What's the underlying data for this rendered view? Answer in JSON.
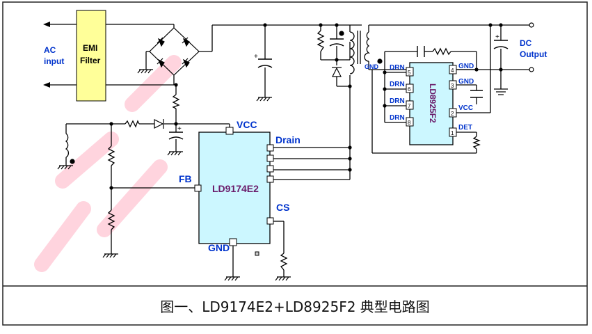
{
  "labels": {
    "ac_input_line1": "AC",
    "ac_input_line2": "input",
    "emi_line1": "EMI",
    "emi_line2": "Filter",
    "dc_output_line1": "DC",
    "dc_output_line2": "Output",
    "vcc": "VCC",
    "drain": "Drain",
    "fb": "FB",
    "cs": "CS",
    "gnd_main": "GND",
    "gnd_tx": "GND"
  },
  "ic_main": {
    "name": "LD9174E2"
  },
  "ic_sr": {
    "name": "LD8925F2",
    "left_pins": [
      {
        "label": "DRN",
        "num": "5"
      },
      {
        "label": "DRN",
        "num": "6"
      },
      {
        "label": "DRN",
        "num": "7"
      },
      {
        "label": "DRN",
        "num": "8"
      }
    ],
    "right_pins": [
      {
        "label": "GND",
        "num": "4"
      },
      {
        "label": "GND",
        "num": "3"
      },
      {
        "label": "VCC",
        "num": "2"
      },
      {
        "label": "DET",
        "num": "1"
      }
    ]
  },
  "caption": "图一、LD9174E2+LD8925F2 典型电路图",
  "colors": {
    "wire": "#000000",
    "label_blue": "#0033cc",
    "ic_fill": "#ccf7ff",
    "emi_fill": "#ffff99",
    "ic_name": "#6a1b6a"
  }
}
